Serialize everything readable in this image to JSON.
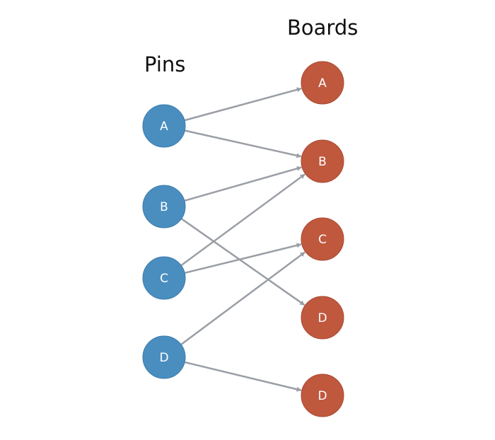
{
  "headings": {
    "pins": "Pins",
    "boards": "Boards"
  },
  "colors": {
    "pin_node": "#4a8ec0",
    "pin_node_stroke": "#3d7cab",
    "board_node": "#c0583e",
    "board_node_stroke": "#a84a33",
    "edge": "#9a9ea5"
  },
  "pins": [
    {
      "id": "pin-a",
      "label": "A"
    },
    {
      "id": "pin-b",
      "label": "B"
    },
    {
      "id": "pin-c",
      "label": "C"
    },
    {
      "id": "pin-d",
      "label": "D"
    }
  ],
  "boards": [
    {
      "id": "board-a",
      "label": "A"
    },
    {
      "id": "board-b",
      "label": "B"
    },
    {
      "id": "board-c",
      "label": "C"
    },
    {
      "id": "board-d1",
      "label": "D"
    },
    {
      "id": "board-d2",
      "label": "D"
    }
  ],
  "edges": [
    {
      "from": "pin-a",
      "to": "board-a"
    },
    {
      "from": "pin-a",
      "to": "board-b"
    },
    {
      "from": "pin-b",
      "to": "board-b"
    },
    {
      "from": "pin-b",
      "to": "board-d1"
    },
    {
      "from": "pin-c",
      "to": "board-b"
    },
    {
      "from": "pin-c",
      "to": "board-c"
    },
    {
      "from": "pin-d",
      "to": "board-c"
    },
    {
      "from": "pin-d",
      "to": "board-d2"
    }
  ]
}
